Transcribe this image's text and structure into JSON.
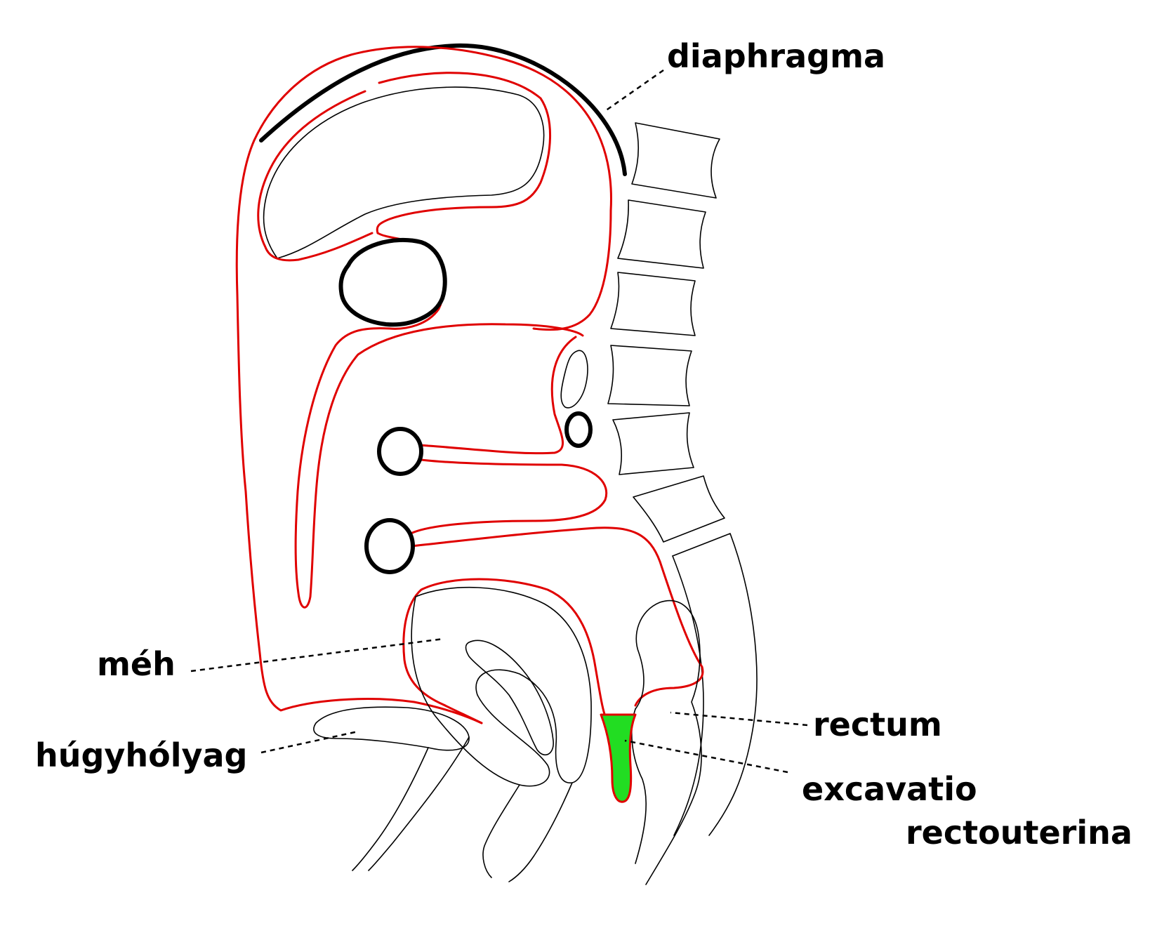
{
  "labels": {
    "diaphragma": "diaphragma",
    "meh": "méh",
    "hugyholyag": "húgyhólyag",
    "rectum": "rectum",
    "excavatio_line1": "excavatio",
    "excavatio_line2": "rectouterina"
  },
  "colors": {
    "peritoneum": "#e00000",
    "excavatio_fill": "#22dd22",
    "outline": "#000000",
    "background": "#ffffff"
  }
}
